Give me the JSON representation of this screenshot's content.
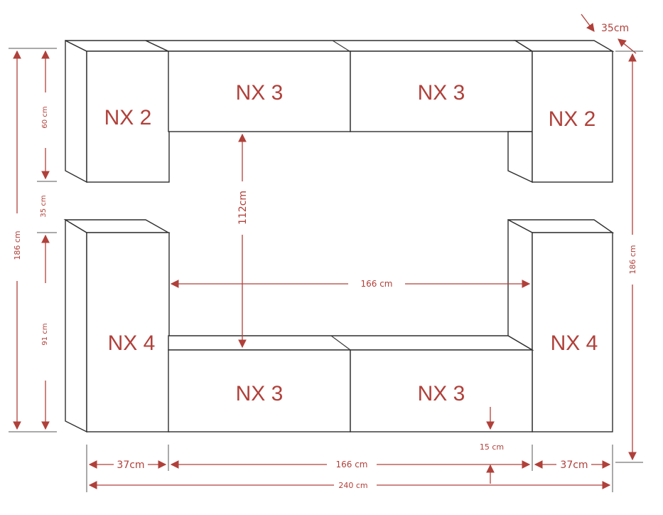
{
  "units": {
    "top_left": "NX 2",
    "top_center_left": "NX 3",
    "top_center_right": "NX 3",
    "top_right": "NX 2",
    "bottom_left": "NX 4",
    "bottom_center_left": "NX 3",
    "bottom_center_right": "NX 3",
    "bottom_right": "NX 4"
  },
  "dimensions": {
    "depth": "35cm",
    "left_total_height": "186 cm",
    "right_total_height": "186 cm",
    "top_cabinet_height": "60 cm",
    "gap_height": "35 cm",
    "tall_cabinet_height": "91 cm",
    "inner_height": "112cm",
    "inner_width": "166 cm",
    "floor_clearance": "15 cm",
    "left_width": "37cm",
    "center_width": "166 cm",
    "right_width": "37cm",
    "total_width": "240 cm"
  },
  "colors": {
    "dimension": "#b0403a",
    "outline": "#2f2f2f"
  }
}
